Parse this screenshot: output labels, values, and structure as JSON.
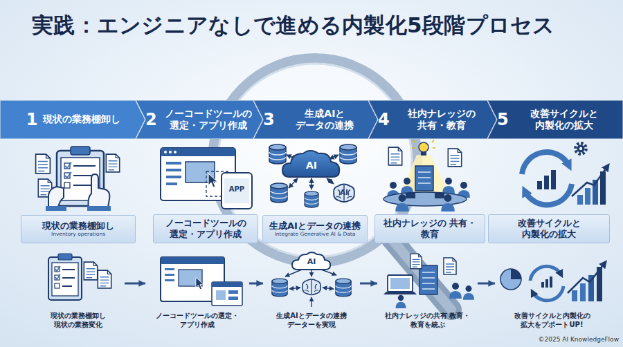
{
  "diagram": {
    "title": "実践：エンジニアなしで進める内製化5段階プロセス",
    "nodes": [
      {
        "text": [
          "1",
          "現状の業務棚卸し"
        ]
      },
      {
        "text": [
          "2",
          "ノーコードツールの 選定・アプリ作成"
        ]
      },
      {
        "text": [
          "3",
          "生成AIと データの連携"
        ]
      },
      {
        "text": [
          "4",
          "社内ナレッジの 共有・教育"
        ]
      },
      {
        "text": [
          "5",
          "改善サイクルと 内製化の拡大"
        ]
      },
      {
        "text": [
          "現状の業務棚卸し",
          "Inventory operations"
        ]
      },
      {
        "text": [
          "ノーコードツールの 選定・アプリ作成"
        ]
      },
      {
        "text": [
          "生成AIとデータの連携",
          "Integrate Generative AI & Data"
        ]
      },
      {
        "text": [
          "社内ナレッジの 共有・教育"
        ]
      },
      {
        "text": [
          "改善サイクルと 内製化の拡大"
        ]
      },
      {
        "text": [
          "現状の業務棚卸し 現状の業務変化"
        ]
      },
      {
        "text": [
          "ノーコードツールの選定・ アプリ作成"
        ]
      },
      {
        "text": [
          "生成AIとデータの連携 データーを実現"
        ]
      },
      {
        "text": [
          "社内ナレッジの共有 教育・教育を統ぶ"
        ]
      },
      {
        "text": [
          "改善サイクルと内製化の 拡大をプポートUP!"
        ]
      }
    ],
    "edges": [
      {
        "from": 10,
        "to": 11,
        "arrow": "to"
      },
      {
        "from": 11,
        "to": 12,
        "arrow": "to"
      },
      {
        "from": 12,
        "to": 13,
        "arrow": "to"
      },
      {
        "from": 13,
        "to": 14,
        "arrow": "to"
      }
    ],
    "labels": [
      "APP",
      "AI",
      "AI",
      "AI",
      "©2025 AI KnowledgeFlow"
    ]
  }
}
